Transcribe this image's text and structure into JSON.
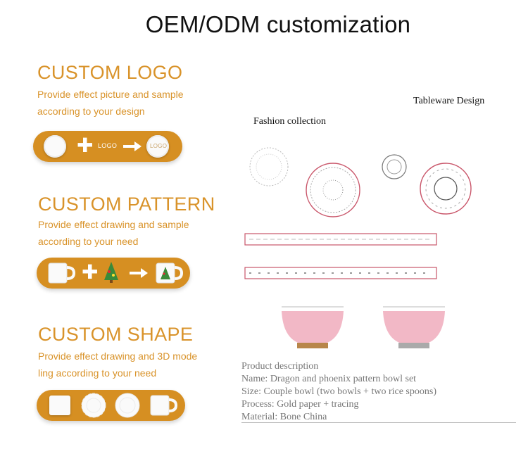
{
  "title": "OEM/ODM customization",
  "sections": [
    {
      "heading": "CUSTOM LOGO",
      "desc": [
        "Provide effect picture and sample",
        "according to your design"
      ],
      "logo_text": "LOGO",
      "logo_circle_text": "LOGO"
    },
    {
      "heading": "CUSTOM PATTERN",
      "desc": [
        "Provide effect drawing and sample",
        "according to your need"
      ]
    },
    {
      "heading": "CUSTOM SHAPE",
      "desc": [
        "Provide effect drawing and 3D mode",
        "ling according to your need"
      ]
    }
  ],
  "design": {
    "tableware_label": "Tableware Design",
    "fashion_label": "Fashion collection"
  },
  "product": {
    "lines": [
      "Product description",
      "Name: Dragon and phoenix pattern bowl set",
      "Size: Couple bowl (two bowls + two rice spoons)",
      "Process: Gold paper + tracing",
      "Material: Bone China"
    ]
  },
  "colors": {
    "accent": "#d9932a",
    "pill": "#d68f22",
    "bowl_pink": "#f2b8c6",
    "gold": "#b8864a"
  }
}
